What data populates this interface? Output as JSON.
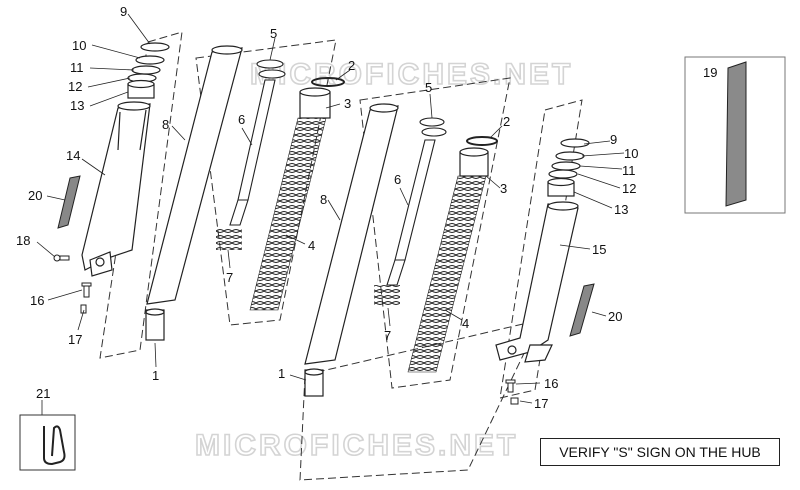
{
  "watermark": "MICROFICHES.NET",
  "note": "VERIFY \"S\" SIGN ON THE HUB",
  "labels": {
    "l9a": "9",
    "l10a": "10",
    "l11a": "11",
    "l12a": "12",
    "l13a": "13",
    "l14": "14",
    "l20a": "20",
    "l18": "18",
    "l16a": "16",
    "l17a": "17",
    "l8a": "8",
    "l1a": "1",
    "l5a": "5",
    "l2a": "2",
    "l3a": "3",
    "l6a": "6",
    "l4a": "4",
    "l7a": "7",
    "l8b": "8",
    "l1b": "1",
    "l5b": "5",
    "l2b": "2",
    "l3b": "3",
    "l6b": "6",
    "l4b": "4",
    "l7b": "7",
    "l9b": "9",
    "l10b": "10",
    "l11b": "11",
    "l12b": "12",
    "l13b": "13",
    "l15": "15",
    "l20b": "20",
    "l16b": "16",
    "l17b": "17",
    "l19": "19",
    "l21": "21"
  }
}
